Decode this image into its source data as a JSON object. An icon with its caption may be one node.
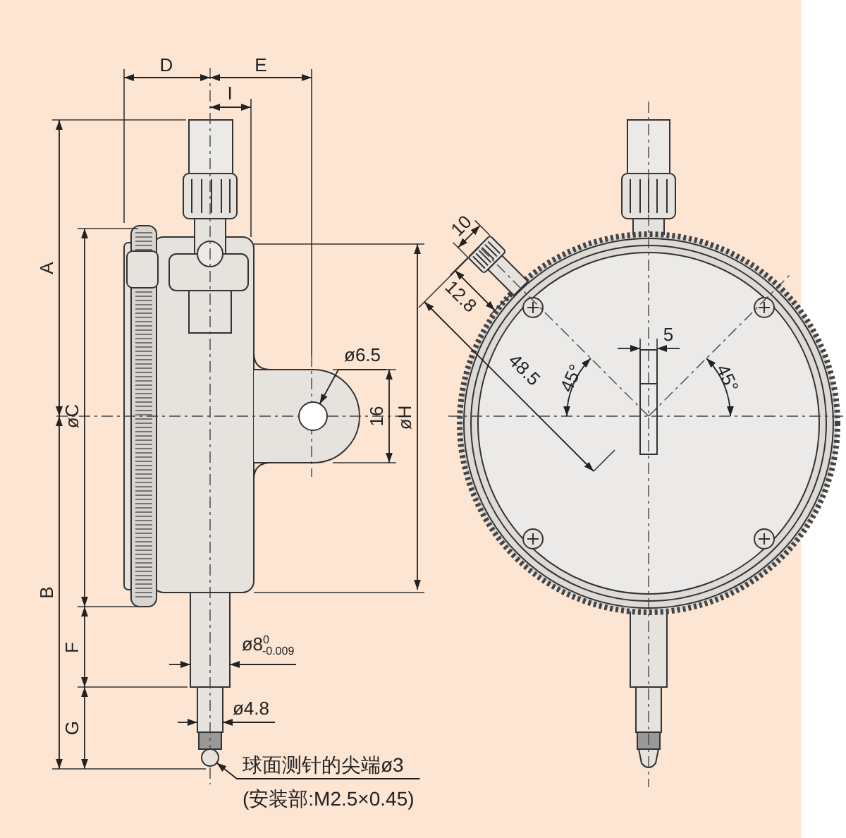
{
  "diagram": {
    "nodes": [
      {
        "text": [
          "ø6.5"
        ]
      },
      {
        "text": [],
        "shape": "circle"
      },
      {
        "text": [
          "球面测针的尖端ø3",
          "(安装部:M2.5×0.45)"
        ]
      },
      {
        "text": [],
        "shape": "circle"
      }
    ],
    "edges": [
      {
        "from": 0,
        "to": 1,
        "arrow": "to"
      },
      {
        "from": 2,
        "to": 3,
        "arrow": "to"
      }
    ],
    "labels": [
      "D",
      "E",
      "I",
      "A",
      "10",
      "12.8",
      "5",
      "48.5",
      "45°",
      "45°",
      "øC",
      "16",
      "øH",
      "B",
      "ø8$^{0}$$_{-0.009}$",
      "F",
      "ø4.8",
      "G"
    ]
  }
}
